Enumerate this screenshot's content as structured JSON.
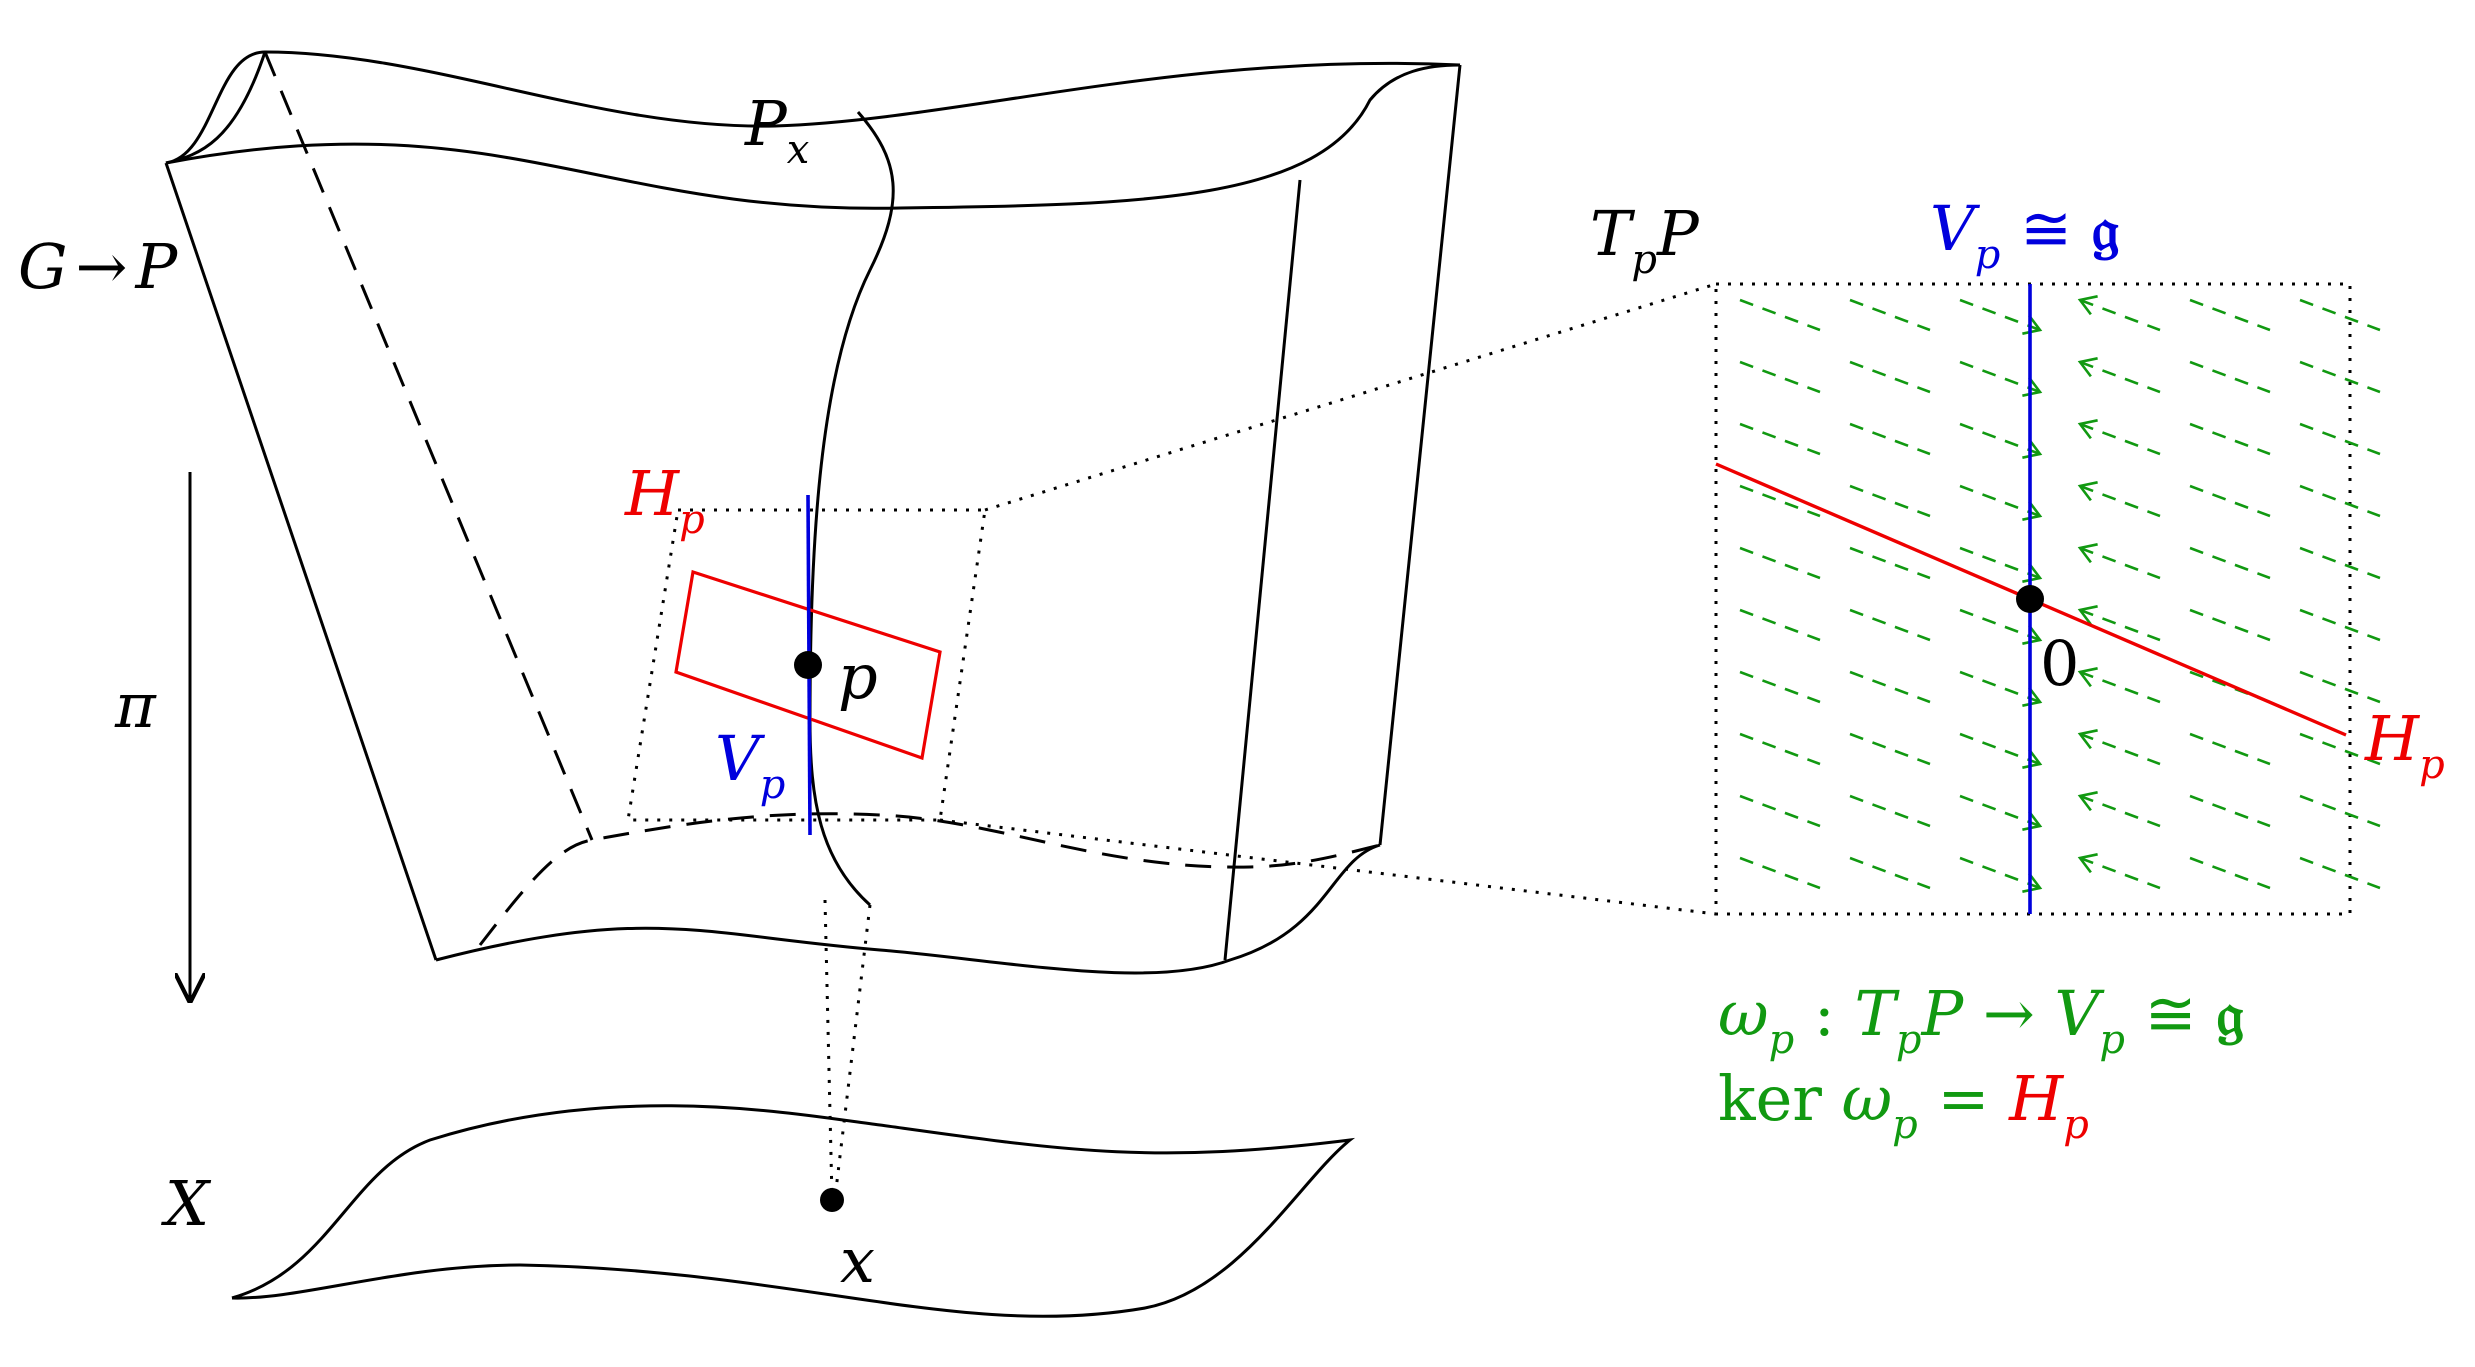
{
  "colors": {
    "black": "#000000",
    "red": "#ee0000",
    "blue": "#0000dd",
    "green": "#119911"
  },
  "labels": {
    "bundle": {
      "G": "G",
      "arrow": "→",
      "P": "P"
    },
    "projection": "π",
    "base": "X",
    "fiber": {
      "main": "P",
      "sub": "x"
    },
    "point_p": "p",
    "point_x": "x",
    "H_left": {
      "main": "H",
      "sub": "p"
    },
    "V_left": {
      "main": "V",
      "sub": "p"
    },
    "tangent": {
      "T": "T",
      "sub": "p",
      "P": "P"
    },
    "V_top": {
      "main": "V",
      "sub": "p",
      "iso": " ≅ ",
      "g": "𝔤"
    },
    "origin": "0",
    "H_right": {
      "main": "H",
      "sub": "p"
    },
    "formula1": {
      "omega": "ω",
      "omega_sub": "p",
      "colon": " : ",
      "T": "T",
      "T_sub": "p",
      "P": "P",
      "arrow": " → ",
      "V": "V",
      "V_sub": "p",
      "iso": " ≅ ",
      "g": "𝔤"
    },
    "formula2": {
      "ker": "ker ",
      "omega": "ω",
      "omega_sub": "p",
      "eq": " = ",
      "H": "H",
      "H_sub": "p"
    }
  }
}
